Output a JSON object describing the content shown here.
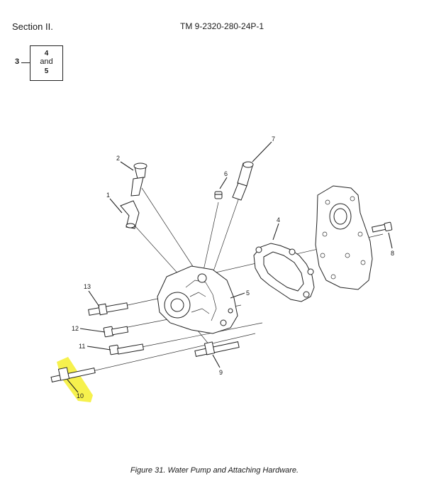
{
  "header": {
    "section": "Section II.",
    "manual": "TM 9-2320-280-24P-1"
  },
  "figure_ref": {
    "number": "3",
    "line1": "4",
    "line2": "and",
    "line3": "5"
  },
  "callouts": {
    "c1": "1",
    "c2": "2",
    "c3": "3",
    "c4": "4",
    "c5": "5",
    "c6": "6",
    "c7": "7",
    "c8": "8",
    "c9": "9",
    "c10": "10",
    "c11": "11",
    "c12": "12",
    "c13": "13"
  },
  "highlight_color": "#f5f03a",
  "caption": "Figure 31.  Water Pump and Attaching Hardware."
}
